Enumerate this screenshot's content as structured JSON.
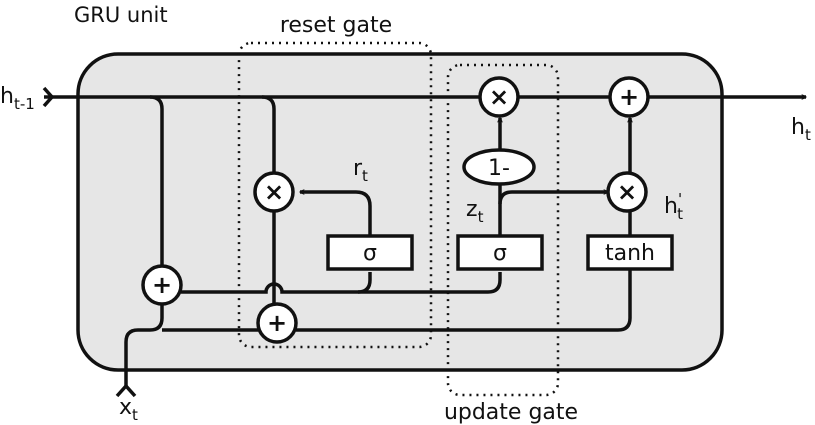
{
  "title": "GRU unit",
  "gates": {
    "reset": "reset gate",
    "update": "update gate"
  },
  "operators": {
    "multiply": "×",
    "add": "+",
    "one_minus": "1-"
  },
  "activations": {
    "sigma": "σ",
    "tanh": "tanh"
  },
  "variables": {
    "h_prev": {
      "main": "h",
      "sub": "t-1"
    },
    "h_out": {
      "main": "h",
      "sub": "t"
    },
    "x_in": {
      "main": "x",
      "sub": "t"
    },
    "r": {
      "main": "r",
      "sub": "t"
    },
    "z": {
      "main": "z",
      "sub": "t"
    },
    "h_cand": {
      "main": "h",
      "prime": "'",
      "sub": "t"
    }
  },
  "colors": {
    "panel_fill": "#e6e6e6",
    "stroke": "#111111",
    "node_fill": "#ffffff"
  }
}
